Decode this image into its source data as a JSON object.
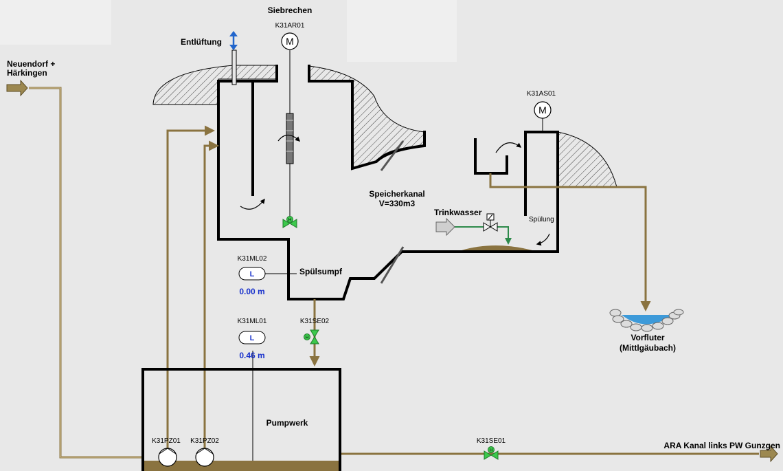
{
  "labels": {
    "siebrechen": "Siebrechen",
    "entluftung": "Entlüftung",
    "inlet": "Neuendorf +\nHärkingen",
    "speicherkanal": "Speicherkanal",
    "volume": "V=330m3",
    "trinkwasser": "Trinkwasser",
    "spuelung": "Spülung",
    "spuelsumpf": "Spülsumpf",
    "pumpwerk": "Pumpwerk",
    "vorfluter": "Vorfluter",
    "vorfluter_sub": "(Mittlgäubach)",
    "ara": "ARA Kanal links PW Gunzgen"
  },
  "tags": {
    "motor1": "K31AR01",
    "motor2": "K31AS01",
    "level1": "K31ML02",
    "level2": "K31ML01",
    "valve1": "K31SE02",
    "valve2": "K31SE01",
    "pump1": "K31PZ01",
    "pump2": "K31PZ02"
  },
  "instruments": {
    "level_symbol": "L",
    "motor_symbol": "M",
    "valve_symbol": "H"
  },
  "values": {
    "level1": "0.00 m",
    "level2": "0.46 m"
  },
  "colors": {
    "background": "#e8e8e8",
    "pipe": "#8a7340",
    "water_pipe": "#2d8a4a",
    "valve": "#3cc84c",
    "value_text": "#1a33cc",
    "sludge": "#8a7340",
    "river": "#3d9ad9"
  },
  "icons": [
    "motor-icon",
    "valve-icon",
    "level-sensor-icon",
    "pump-icon",
    "arrow-icon",
    "vent-arrow-icon",
    "rotation-arrow-icon"
  ]
}
